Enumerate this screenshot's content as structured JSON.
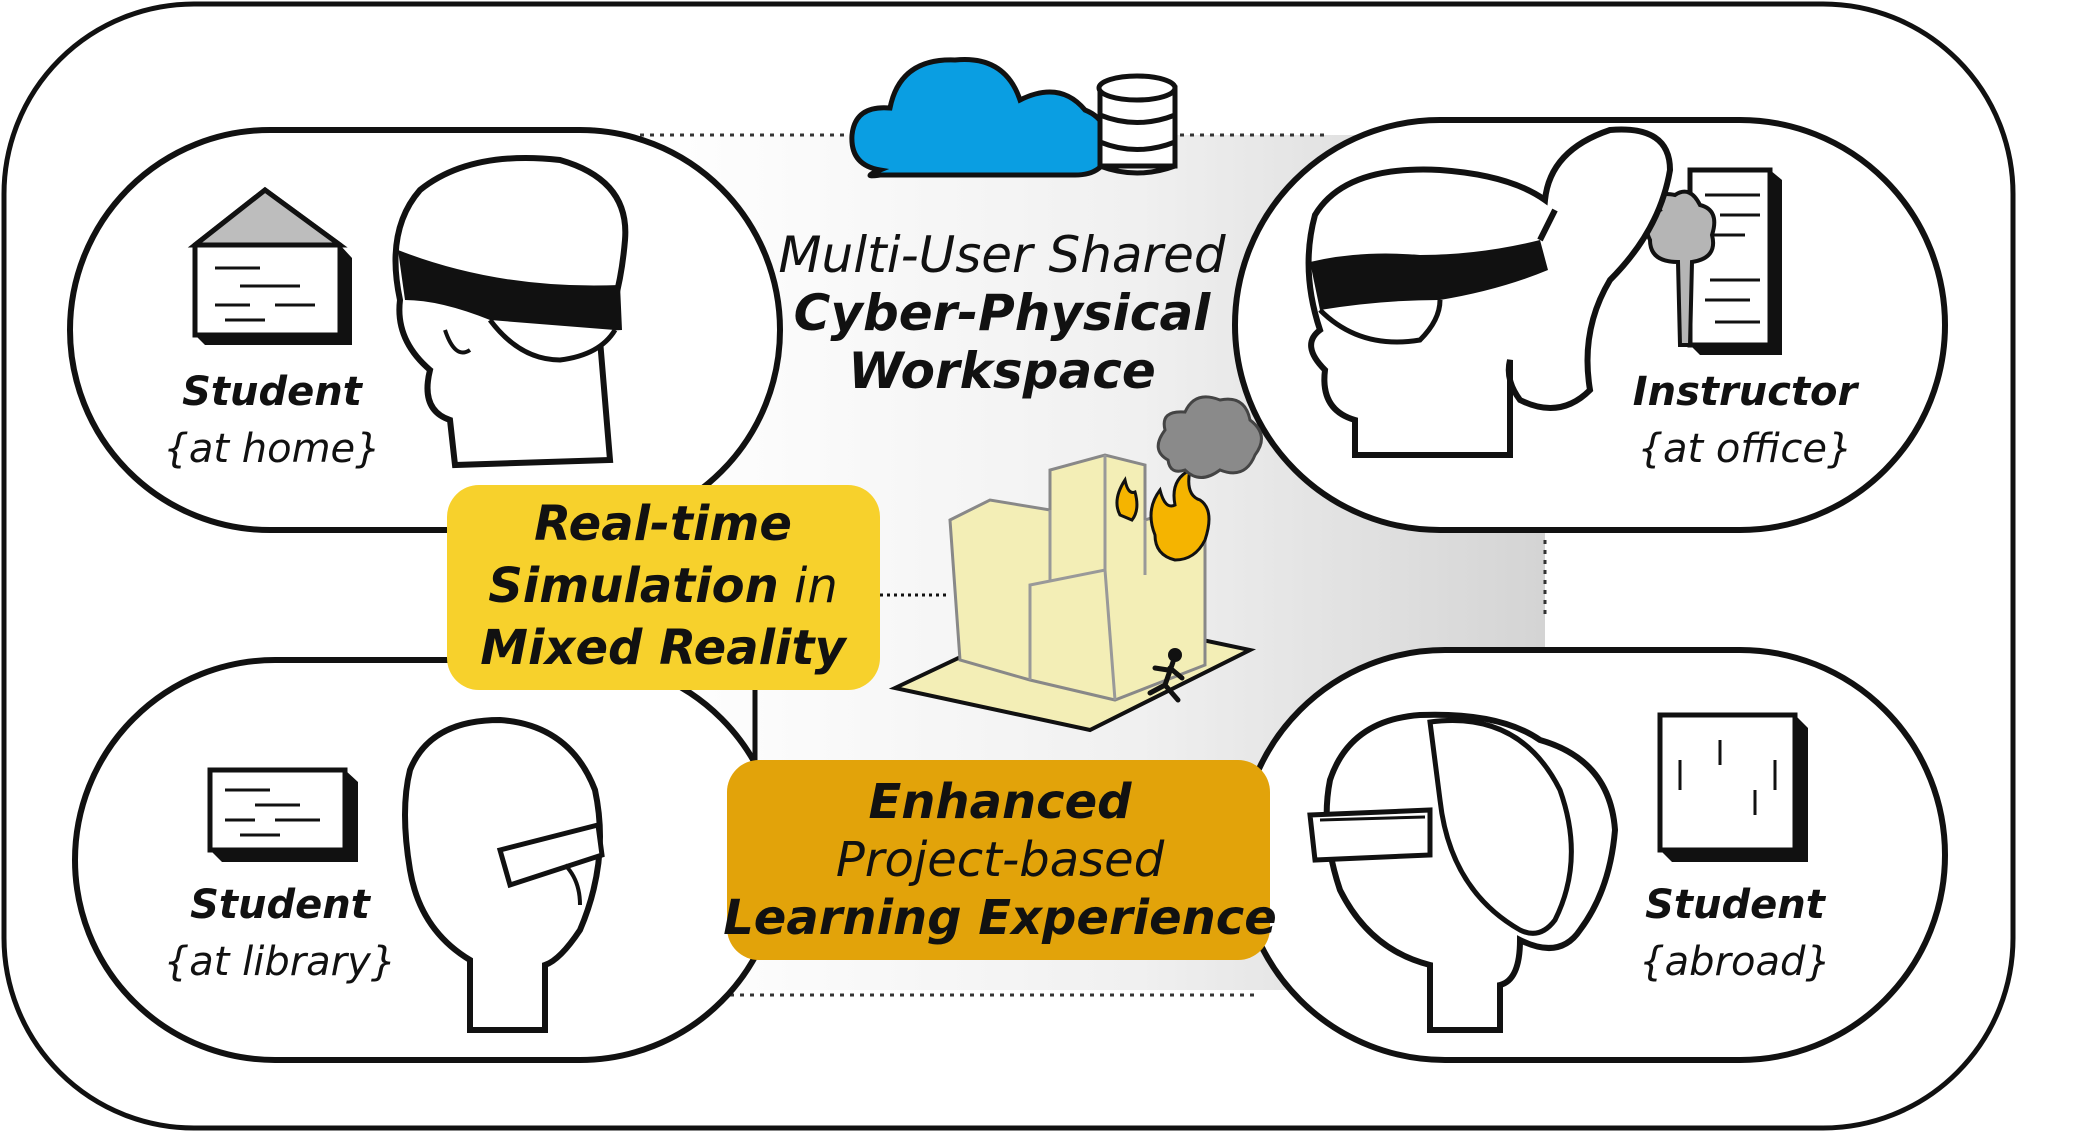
{
  "workspace": {
    "title_line1": "Multi-User Shared",
    "title_line2": "Cyber-Physical",
    "title_line3": "Workspace"
  },
  "users": [
    {
      "role": "Student",
      "location": "{at home}"
    },
    {
      "role": "Instructor",
      "location": "{at office}"
    },
    {
      "role": "Student",
      "location": "{at library}"
    },
    {
      "role": "Student",
      "location": "{abroad}"
    }
  ],
  "simulation": {
    "line1": "Real-time",
    "line2a": "Simulation",
    "line2b": " in",
    "line3": "Mixed Reality"
  },
  "outcome": {
    "line1": "Enhanced",
    "line2": "Project-based",
    "line3": "Learning Experience"
  },
  "colors": {
    "cloud": "#0a9ee2",
    "simulation_box": "#f7d12c",
    "outcome_box": "#e2a30a",
    "building": "#f3eeb6",
    "fire": "#f5b400",
    "smoke": "#8a8a8a",
    "workspace_gradient": "#d8d8d8"
  }
}
